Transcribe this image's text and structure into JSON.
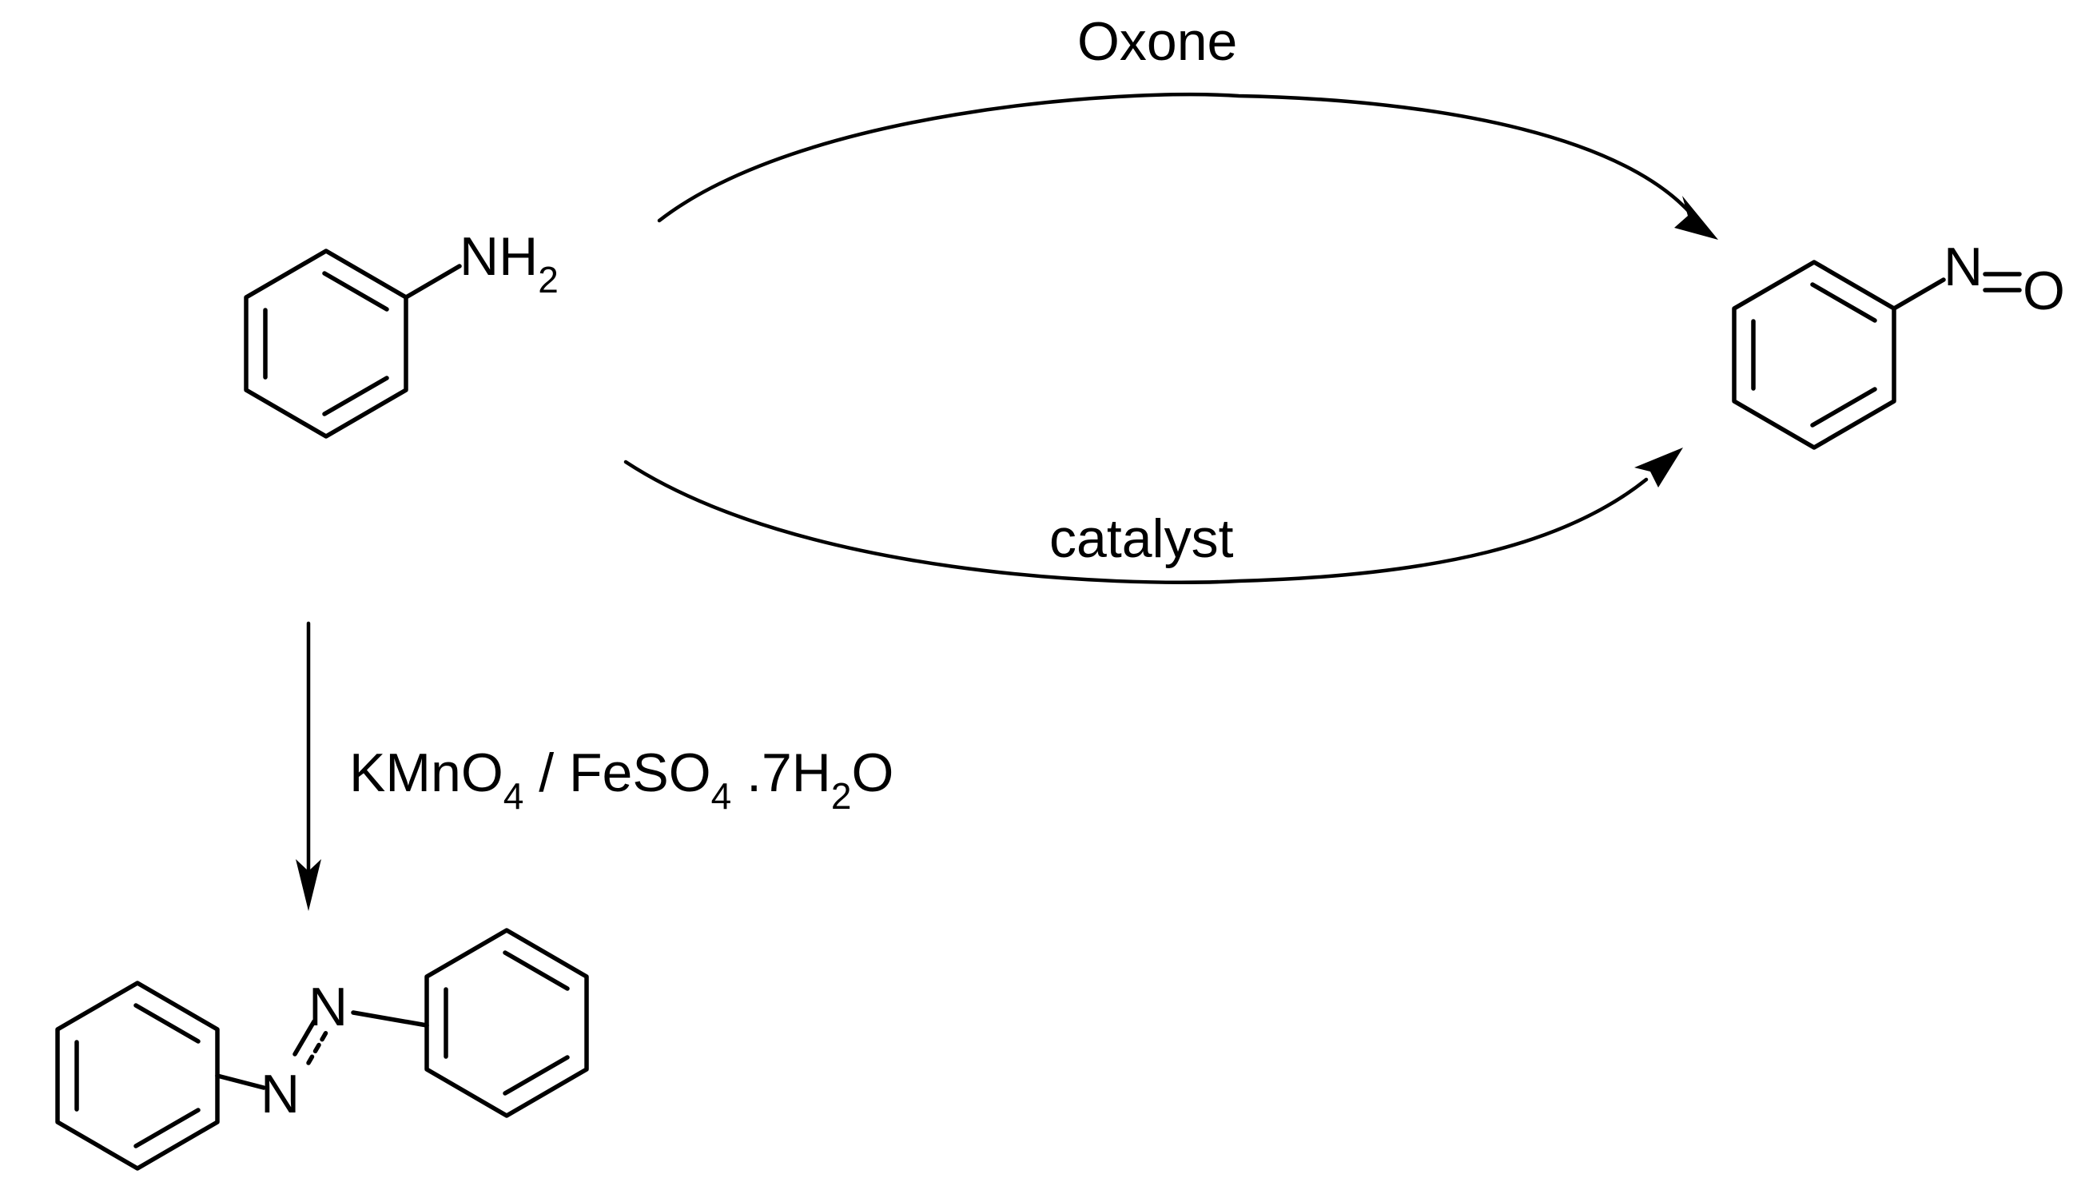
{
  "reagents": {
    "oxone": "Oxone",
    "catalyst": "catalyst",
    "kmno4_part1": "KMnO",
    "kmno4_sub": "4",
    "kmno4_part2": " / FeSO",
    "feso4_sub": "4",
    "hydrate_part": " .7H",
    "h2o_sub": "2",
    "h2o_end": "O"
  },
  "aniline": {
    "n_label": "NH",
    "n_sub": "2"
  },
  "nitrosobenzene": {
    "n_label": "N",
    "o_label": "O"
  },
  "azobenzene": {
    "n_top_label": "N",
    "n_bottom_label": "N"
  }
}
